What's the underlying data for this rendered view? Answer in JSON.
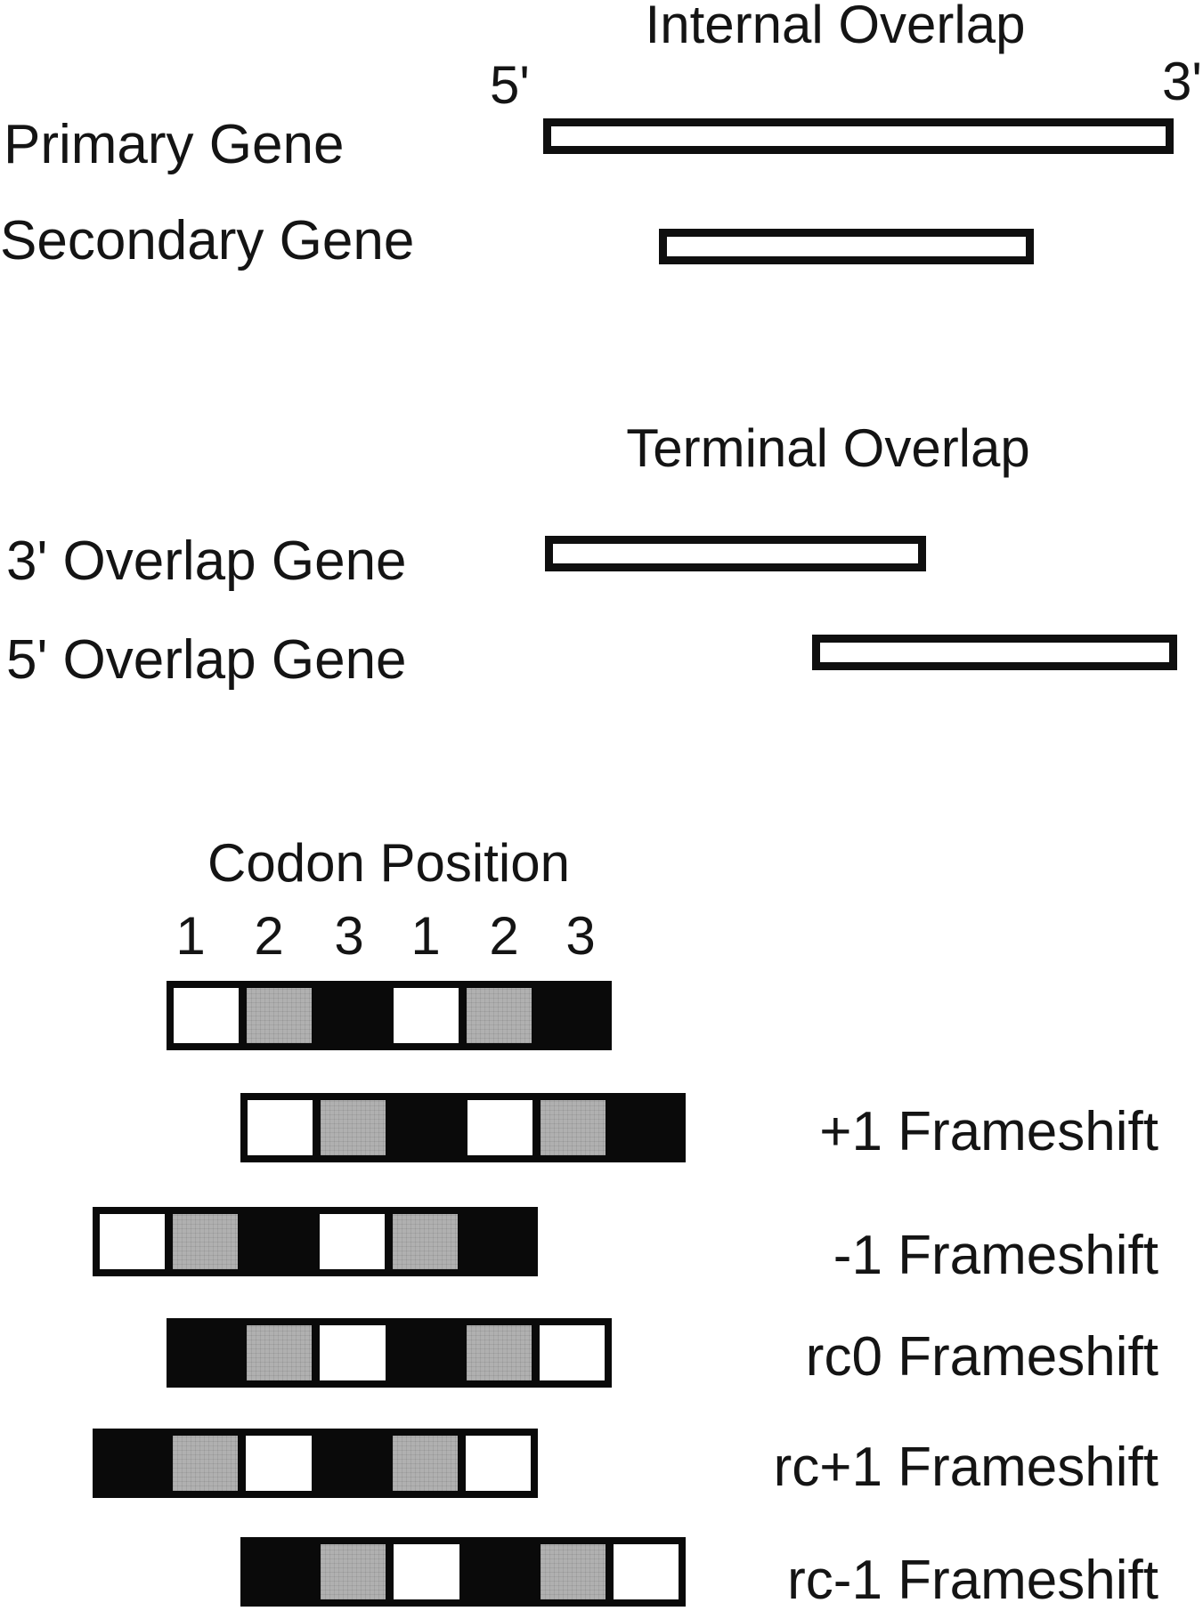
{
  "internal_overlap": {
    "title": "Internal Overlap",
    "five_prime": "5'",
    "three_prime": "3'",
    "primary_label": "Primary Gene",
    "secondary_label": "Secondary Gene"
  },
  "terminal_overlap": {
    "title": "Terminal Overlap",
    "three_prime_gene_label": "3' Overlap Gene",
    "five_prime_gene_label": "5' Overlap Gene"
  },
  "codon_section": {
    "title": "Codon Position",
    "position_numbers": [
      "1",
      "2",
      "3",
      "1",
      "2",
      "3"
    ],
    "colors": {
      "white": "#ffffff",
      "gray": "#b0b0b0",
      "black": "#0a0a0a"
    },
    "rows": [
      {
        "name": "reference",
        "label": "",
        "shift": 0,
        "cells": [
          "white",
          "gray",
          "black",
          "white",
          "gray",
          "black"
        ]
      },
      {
        "name": "plus1",
        "label": "+1 Frameshift",
        "shift": 1,
        "cells": [
          "white",
          "gray",
          "black",
          "white",
          "gray",
          "black"
        ]
      },
      {
        "name": "minus1",
        "label": "-1 Frameshift",
        "shift": -1,
        "cells": [
          "white",
          "gray",
          "black",
          "white",
          "gray",
          "black"
        ]
      },
      {
        "name": "rc0",
        "label": "rc0 Frameshift",
        "shift": 0,
        "cells": [
          "black",
          "gray",
          "white",
          "black",
          "gray",
          "white"
        ]
      },
      {
        "name": "rcplus1",
        "label": "rc+1 Frameshift",
        "shift": -1,
        "cells": [
          "black",
          "gray",
          "white",
          "black",
          "gray",
          "white"
        ]
      },
      {
        "name": "rcminus1",
        "label": "rc-1 Frameshift",
        "shift": 1,
        "cells": [
          "black",
          "gray",
          "white",
          "black",
          "gray",
          "white"
        ]
      }
    ]
  }
}
